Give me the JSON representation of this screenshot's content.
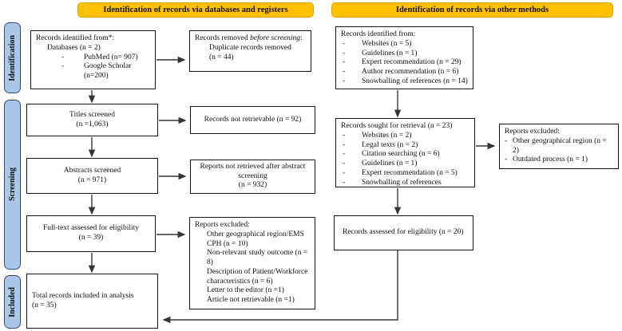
{
  "colors": {
    "header_bg": "#FFC000",
    "header_border": "#DFA300",
    "stage_bg": "#A9C7E8",
    "stage_border": "#3d4a5d",
    "box_border": "#141414",
    "line": "#353535"
  },
  "headers": {
    "left": "Identification of records via databases and registers",
    "right": "Identification of records via other methods"
  },
  "stages": {
    "identification": "Identification",
    "screening": "Screening",
    "included": "Included"
  },
  "left_flow": {
    "records_identified": {
      "title": "Records identified from*:",
      "subtitle": "Databases (n = 2)",
      "items": [
        "PubMed (n= 907)",
        "Google Scholar",
        "(n=200)"
      ]
    },
    "records_removed": {
      "prefix": "Records removed ",
      "italic": "before screening",
      "suffix": ":",
      "items": [
        "Duplicate records removed",
        "(n = 44)"
      ]
    },
    "titles_screened": {
      "line1": "Titles screened",
      "line2": "(n =1,063)"
    },
    "records_not_retrievable": {
      "text": "Records not retrievable (n = 92)"
    },
    "abstracts_screened": {
      "line1": "Abstracts screened",
      "line2": "(n = 971)"
    },
    "reports_not_retrieved": {
      "line1": "Reports not retrieved after abstract screening",
      "line2": "(n = 932)"
    },
    "fulltext_assessed": {
      "line1": "Full-text assessed for eligibility",
      "line2": "(n = 39)"
    },
    "reports_excluded": {
      "title": "Reports excluded:",
      "items": [
        "Other geographical region/EMS CPH (n = 10)",
        "Non-relevant study outcome (n = 8)",
        "Description of Patient/Workforce characteristics (n = 6)",
        "Letter to the editor (n =1)",
        "Article not retrievable (n =1)"
      ]
    },
    "total_included": {
      "line1": "Total records included in analysis",
      "line2": "(n = 35)"
    }
  },
  "right_flow": {
    "records_identified": {
      "title": "Records identified from:",
      "items": [
        "Websites (n = 5)",
        "Guidelines (n = 1)",
        "Expert recommendation (n = 29)",
        "Author recommendation (n = 6)",
        "Snowballing of references (n = 14)"
      ]
    },
    "records_sought": {
      "title": "Records sought for retrieval (n = 23)",
      "items": [
        "Websites (n = 2)",
        "Legal texts (n = 2)",
        "Citation searching (n = 6)",
        "Guidelines (n = 1)",
        "Expert recommendation (n = 5)",
        "Snowballing of references"
      ]
    },
    "reports_excluded": {
      "title": "Reports excluded:",
      "items": [
        "Other geographical region (n = 2)",
        "Outdated process (n = 1)"
      ]
    },
    "records_assessed": {
      "text": "Records assessed for eligibility (n = 20)"
    }
  }
}
